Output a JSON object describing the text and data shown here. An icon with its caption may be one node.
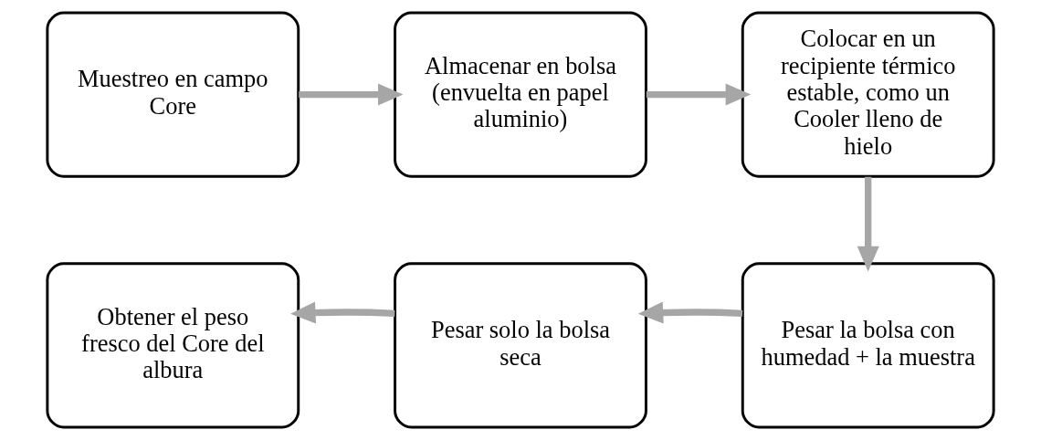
{
  "diagram": {
    "nodes": [
      {
        "text": [
          "Muestreo en campo Core"
        ]
      },
      {
        "text": [
          "Almacenar en bolsa (envuelta en papel aluminio)"
        ]
      },
      {
        "text": [
          "Colocar en un recipiente térmico estable, como un Cooler lleno de hielo"
        ]
      },
      {
        "text": [
          "Pesar la bolsa con humedad + la muestra"
        ]
      },
      {
        "text": [
          "Pesar solo la bolsa seca"
        ]
      },
      {
        "text": [
          "Obtener el peso fresco del Core del albura"
        ]
      }
    ],
    "edges": [
      {
        "from": 0,
        "to": 1,
        "arrow": "to"
      },
      {
        "from": 1,
        "to": 2,
        "arrow": "to"
      },
      {
        "from": 2,
        "to": 3,
        "arrow": "to"
      },
      {
        "from": 3,
        "to": 4,
        "arrow": "to"
      },
      {
        "from": 4,
        "to": 5,
        "arrow": "to"
      }
    ]
  }
}
